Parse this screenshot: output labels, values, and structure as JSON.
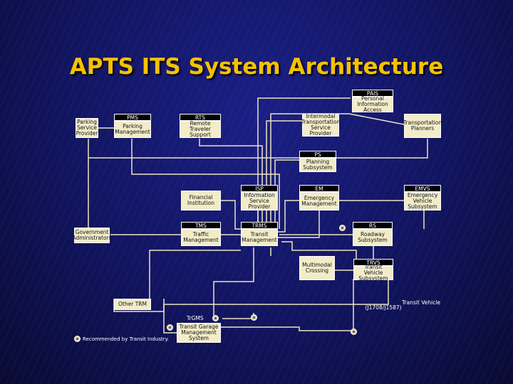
{
  "title": "APTS ITS System Architecture",
  "nodes": {
    "pias": {
      "header": "PAIS",
      "label": "Personal Information Access"
    },
    "parking_provider": {
      "label": "Parking Service Provider"
    },
    "pms": {
      "header": "PMS",
      "label": "Parking Management"
    },
    "rts": {
      "header": "RTS",
      "label": "Remote Traveler Support"
    },
    "intermodal": {
      "label": "Intermodal Transportation Service Provider"
    },
    "planners": {
      "label": "Transportation Planners"
    },
    "ps": {
      "header": "PS",
      "label": "Planning Subsystem"
    },
    "financial": {
      "label": "Financial Institution"
    },
    "isp": {
      "header": "ISP",
      "label": "Information Service Provider"
    },
    "em": {
      "header": "EM",
      "label": "Emergency Management"
    },
    "emvs": {
      "header": "EMVS",
      "label": "Emergency Vehicle Subsystem"
    },
    "gov": {
      "label": "Government Administrators"
    },
    "tms": {
      "header": "TMS",
      "label": "Traffic Management"
    },
    "trms": {
      "header": "TRMS",
      "label": "Transit Management"
    },
    "rs": {
      "header": "RS",
      "label": "Roadway Subsystem"
    },
    "multimodal": {
      "label": "Multimodal Crossing"
    },
    "trvs": {
      "header": "TRVS",
      "label": "Transit Vehicle Subsystem"
    },
    "other_trm": {
      "label": "Other TRM"
    },
    "transit_vehicle": {
      "label": "Transit Vehicle"
    },
    "j_code": {
      "label": "(J1708/J1587)"
    },
    "trgms": {
      "header": "TrGMS",
      "label": "Transit Garage Management System"
    }
  },
  "legend": {
    "label": "Recommended by Transit Industry."
  }
}
